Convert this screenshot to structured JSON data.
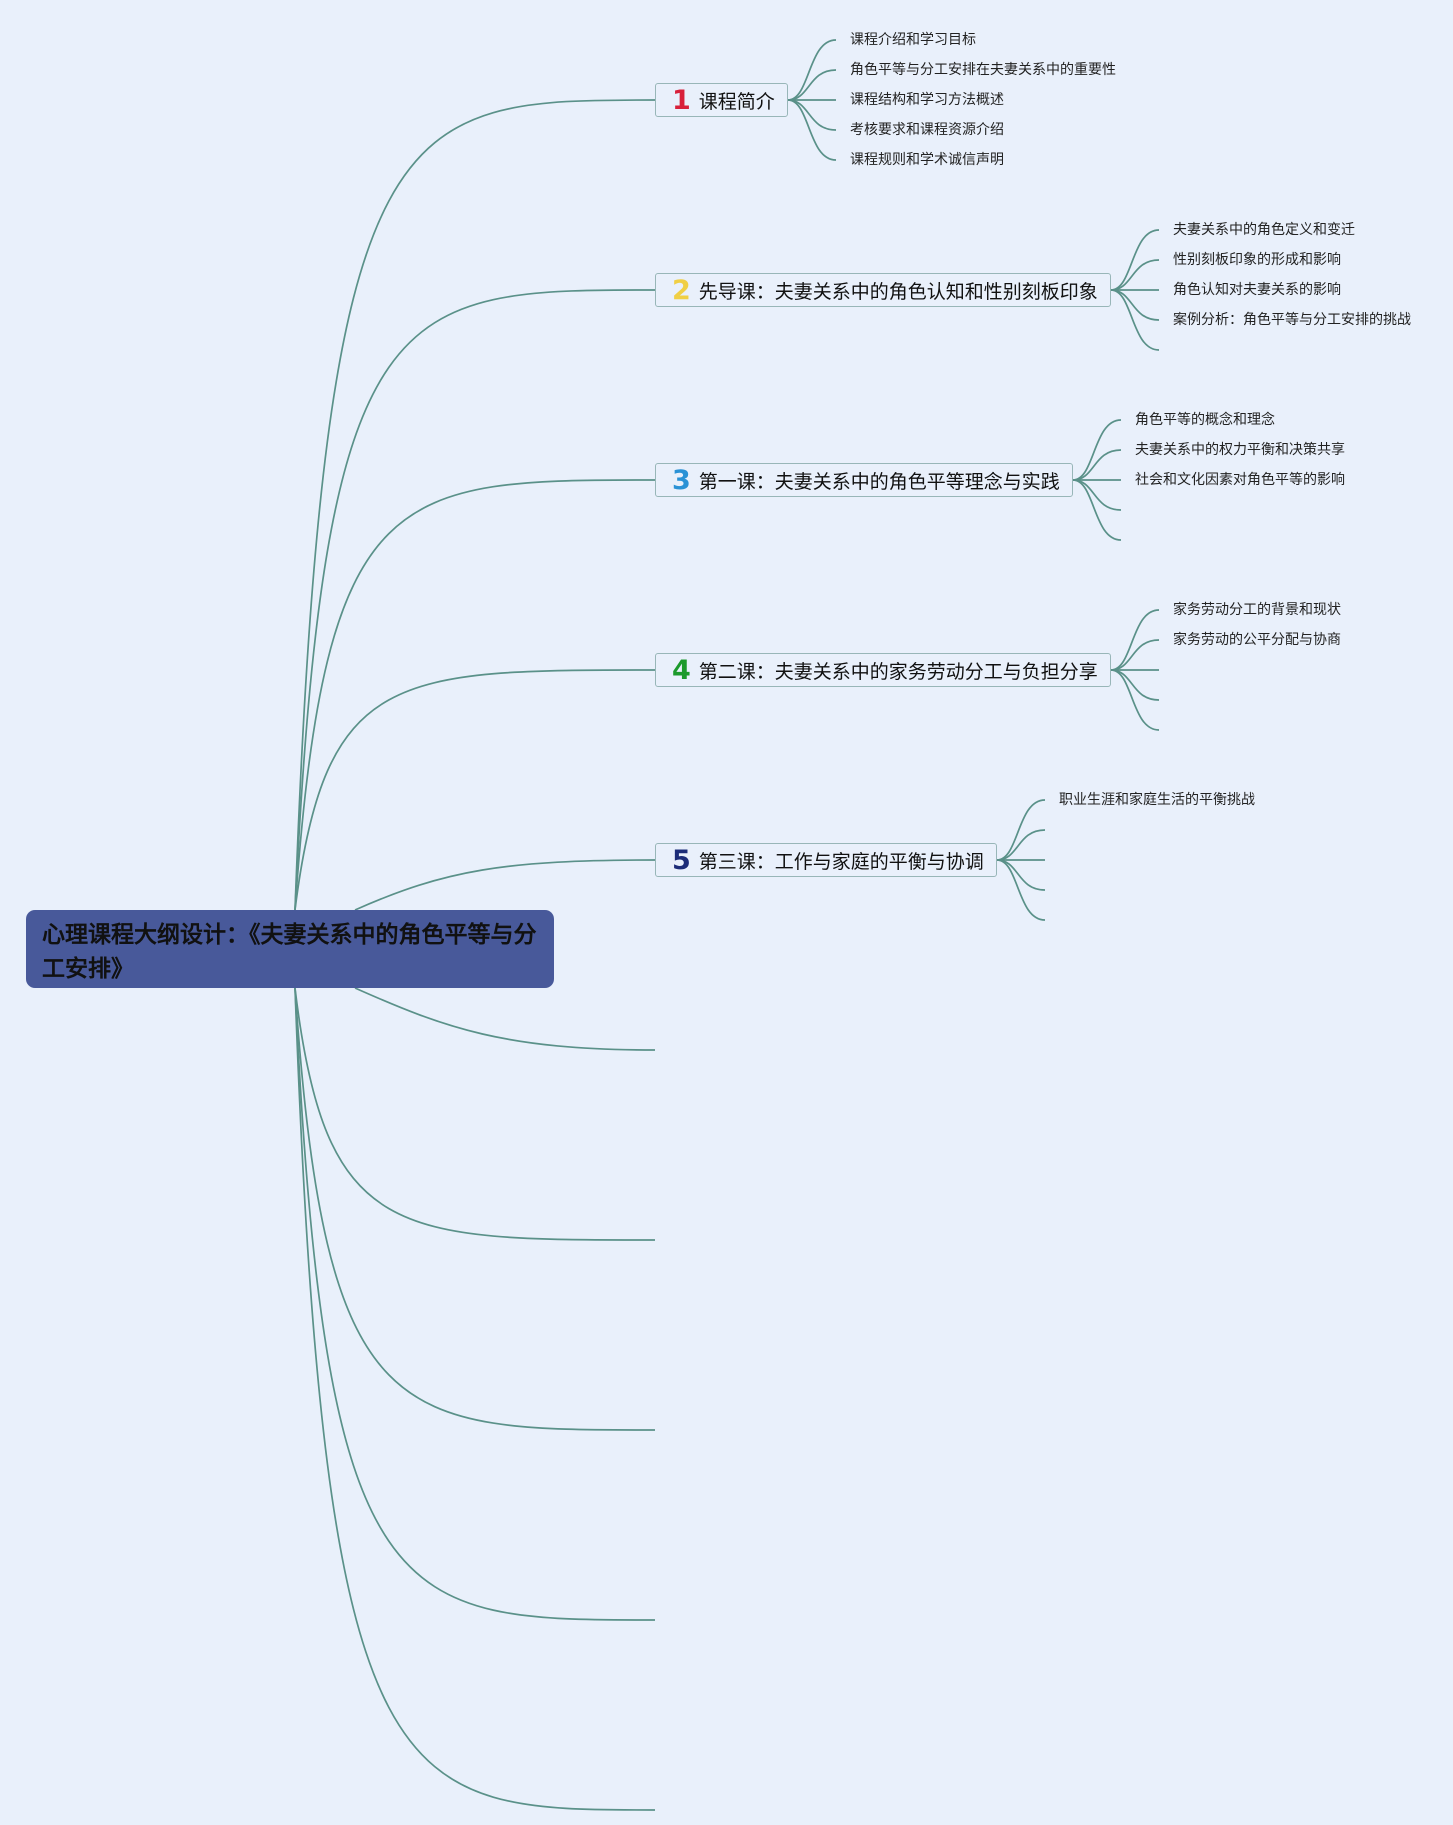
{
  "root": {
    "title": "心理课程大纲设计：《夫妻关系中的角色平等与分工安排》"
  },
  "colors": {
    "background": "#e9f0fb",
    "root_fill": "#48599a",
    "line": "#5a9189",
    "branch_border": "#98b6b8"
  },
  "branches": [
    {
      "number": "1",
      "number_color": "#d8203a",
      "label": "课程简介",
      "children": [
        "课程介绍和学习目标",
        "角色平等与分工安排在夫妻关系中的重要性",
        "课程结构和学习方法概述",
        "考核要求和课程资源介绍",
        "课程规则和学术诚信声明"
      ]
    },
    {
      "number": "2",
      "number_color": "#f0cf45",
      "label": "先导课：夫妻关系中的角色认知和性别刻板印象",
      "children": [
        "夫妻关系中的角色定义和变迁",
        "性别刻板印象的形成和影响",
        "角色认知对夫妻关系的影响",
        "案例分析：角色平等与分工安排的挑战",
        ""
      ]
    },
    {
      "number": "3",
      "number_color": "#2a92d6",
      "label": "第一课：夫妻关系中的角色平等理念与实践",
      "children": [
        "角色平等的概念和理念",
        "夫妻关系中的权力平衡和决策共享",
        "社会和文化因素对角色平等的影响",
        "",
        ""
      ]
    },
    {
      "number": "4",
      "number_color": "#1c9a2c",
      "label": "第二课：夫妻关系中的家务劳动分工与负担分享",
      "children": [
        "家务劳动分工的背景和现状",
        "家务劳动的公平分配与协商",
        "",
        "",
        ""
      ]
    },
    {
      "number": "5",
      "number_color": "#1c2c78",
      "label": "第三课：工作与家庭的平衡与协调",
      "children": [
        "职业生涯和家庭生活的平衡挑战",
        "",
        "",
        "",
        ""
      ]
    }
  ],
  "empty_branch_count": 5
}
